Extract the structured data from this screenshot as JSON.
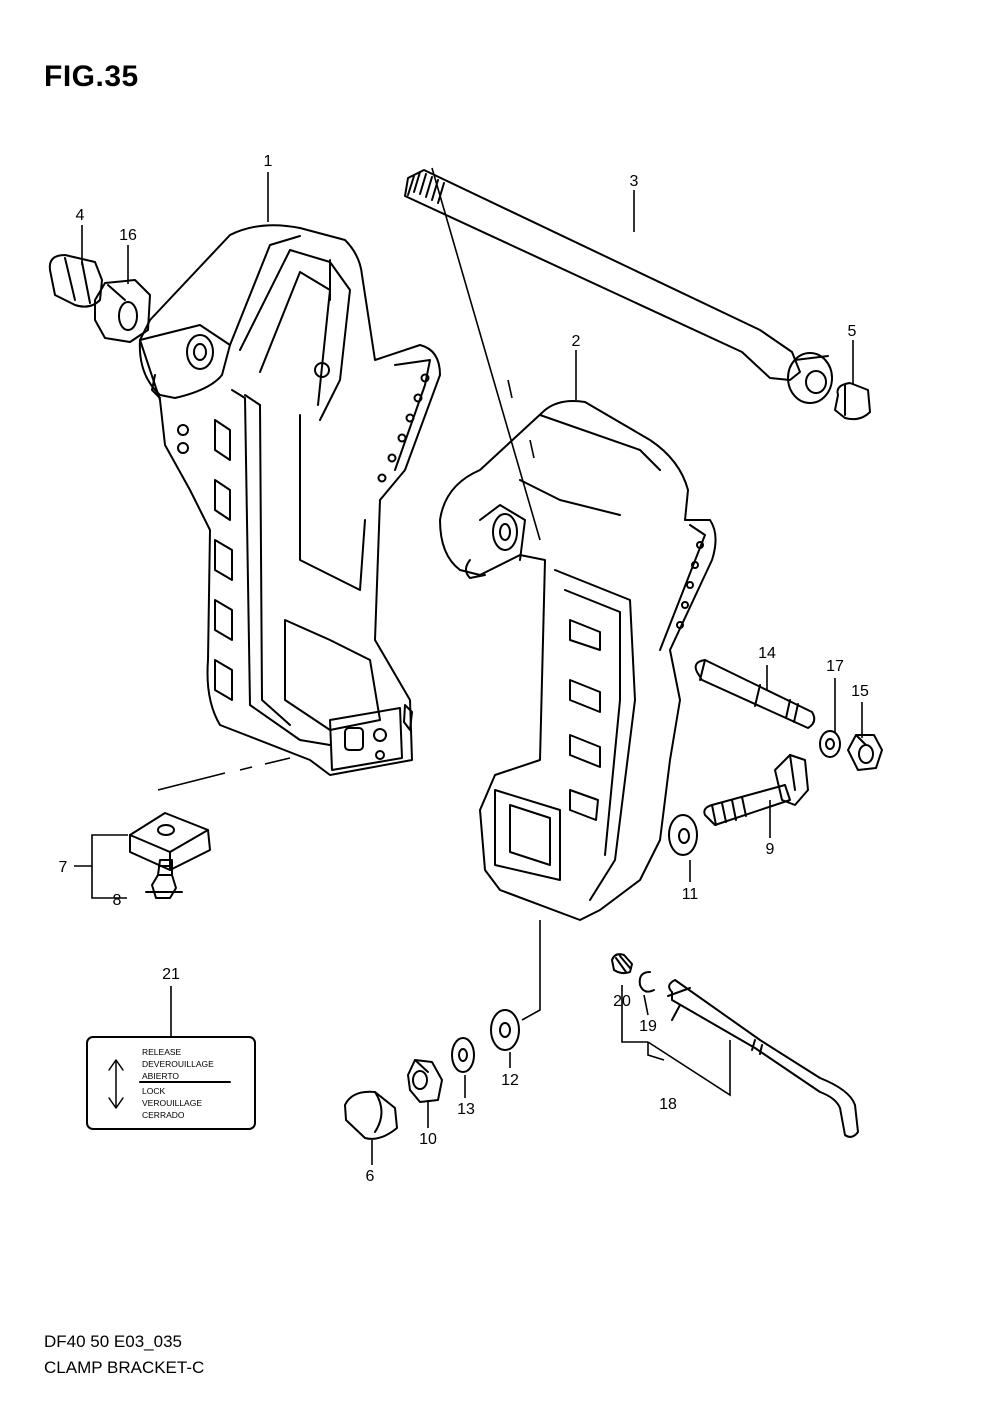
{
  "figure": {
    "title": "FIG.35"
  },
  "parts": [
    {
      "num": "1"
    },
    {
      "num": "2"
    },
    {
      "num": "3"
    },
    {
      "num": "4"
    },
    {
      "num": "5"
    },
    {
      "num": "6"
    },
    {
      "num": "7"
    },
    {
      "num": "8"
    },
    {
      "num": "9"
    },
    {
      "num": "10"
    },
    {
      "num": "11"
    },
    {
      "num": "12"
    },
    {
      "num": "13"
    },
    {
      "num": "14"
    },
    {
      "num": "15"
    },
    {
      "num": "16"
    },
    {
      "num": "17"
    },
    {
      "num": "18"
    },
    {
      "num": "19"
    },
    {
      "num": "20"
    },
    {
      "num": "21"
    }
  ],
  "decal": {
    "lines": [
      "RELEASE",
      "DEVEROUILLAGE",
      "ABIERTO",
      "LOCK",
      "VEROUILLAGE",
      "CERRADO"
    ],
    "icon": "double-arrow-icon"
  },
  "footer": {
    "code": "DF40 50 E03_035",
    "name": "CLAMP BRACKET-C"
  }
}
